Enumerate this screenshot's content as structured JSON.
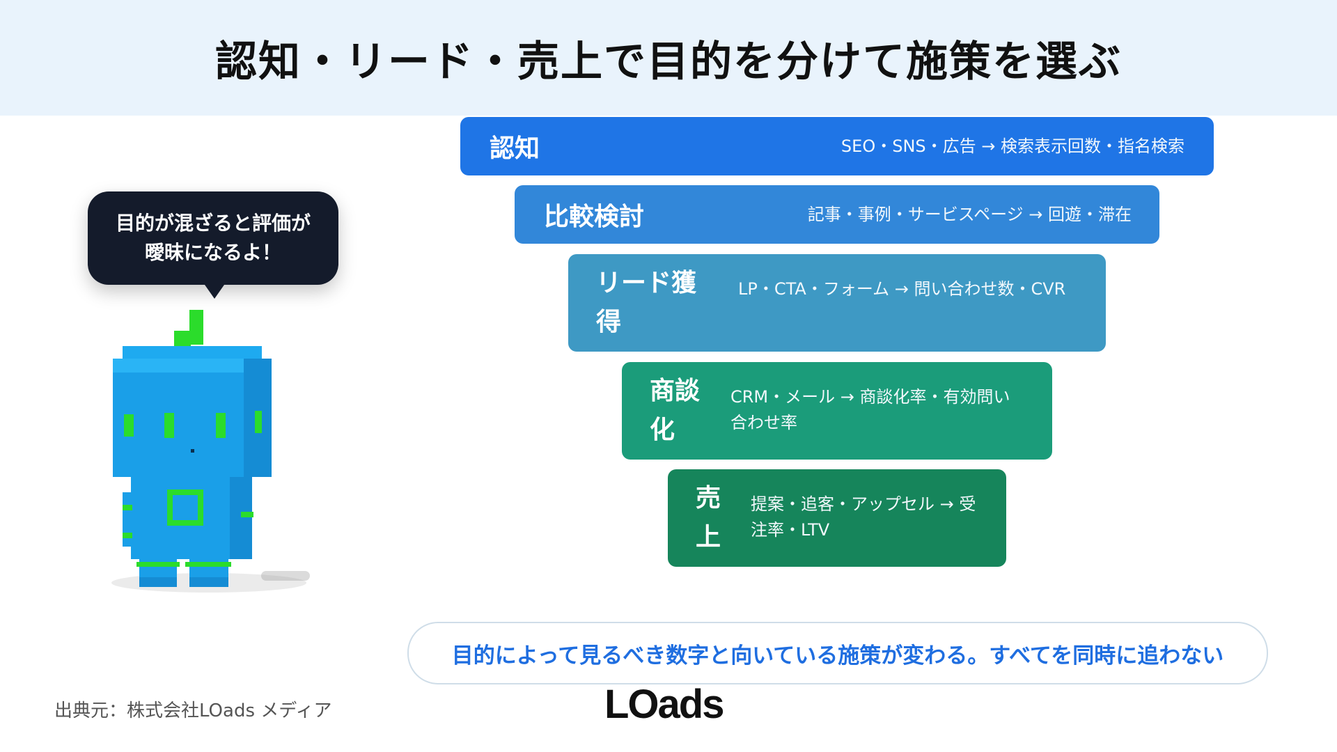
{
  "title": "認知・リード・売上で目的を分けて施策を選ぶ",
  "bubble": {
    "line1": "目的が混ざると評価が",
    "line2": "曖昧になるよ！"
  },
  "funnel": [
    {
      "title": "認知",
      "desc": "SEO・SNS・広告 → 検索表示回数・指名検索",
      "color": "#1f75e6"
    },
    {
      "title": "比較検討",
      "desc": "記事・事例・サービスページ → 回遊・滞在",
      "color": "#3287d9"
    },
    {
      "title": "リード獲得",
      "desc": "LP・CTA・フォーム → 問い合わせ数・CVR",
      "color": "#3e99c4"
    },
    {
      "title": "商談化",
      "desc": "CRM・メール → 商談化率・有効問い合わせ率",
      "color": "#1b9c7a"
    },
    {
      "title": "売上",
      "desc": "提案・追客・アップセル → 受注率・LTV",
      "color": "#16855b"
    }
  ],
  "note": "目的によって見るべき数字と向いている施策が変わる。すべてを同時に追わない",
  "source": "出典元：株式会社LOads メディア",
  "logo": "LOads"
}
